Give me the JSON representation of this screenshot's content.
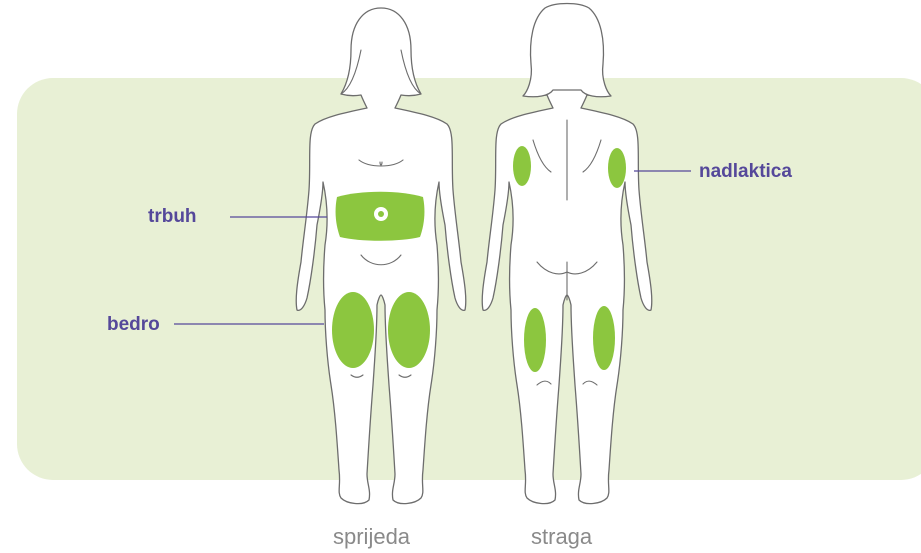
{
  "labels": {
    "abdomen": "trbuh",
    "thigh": "bedro",
    "upper_arm": "nadlaktica"
  },
  "captions": {
    "front": "sprijeda",
    "back": "straga"
  },
  "colors": {
    "panel": "#e8f0d5",
    "zone": "#8cc63f",
    "label": "#55489a",
    "caption": "#8a8a8a"
  }
}
